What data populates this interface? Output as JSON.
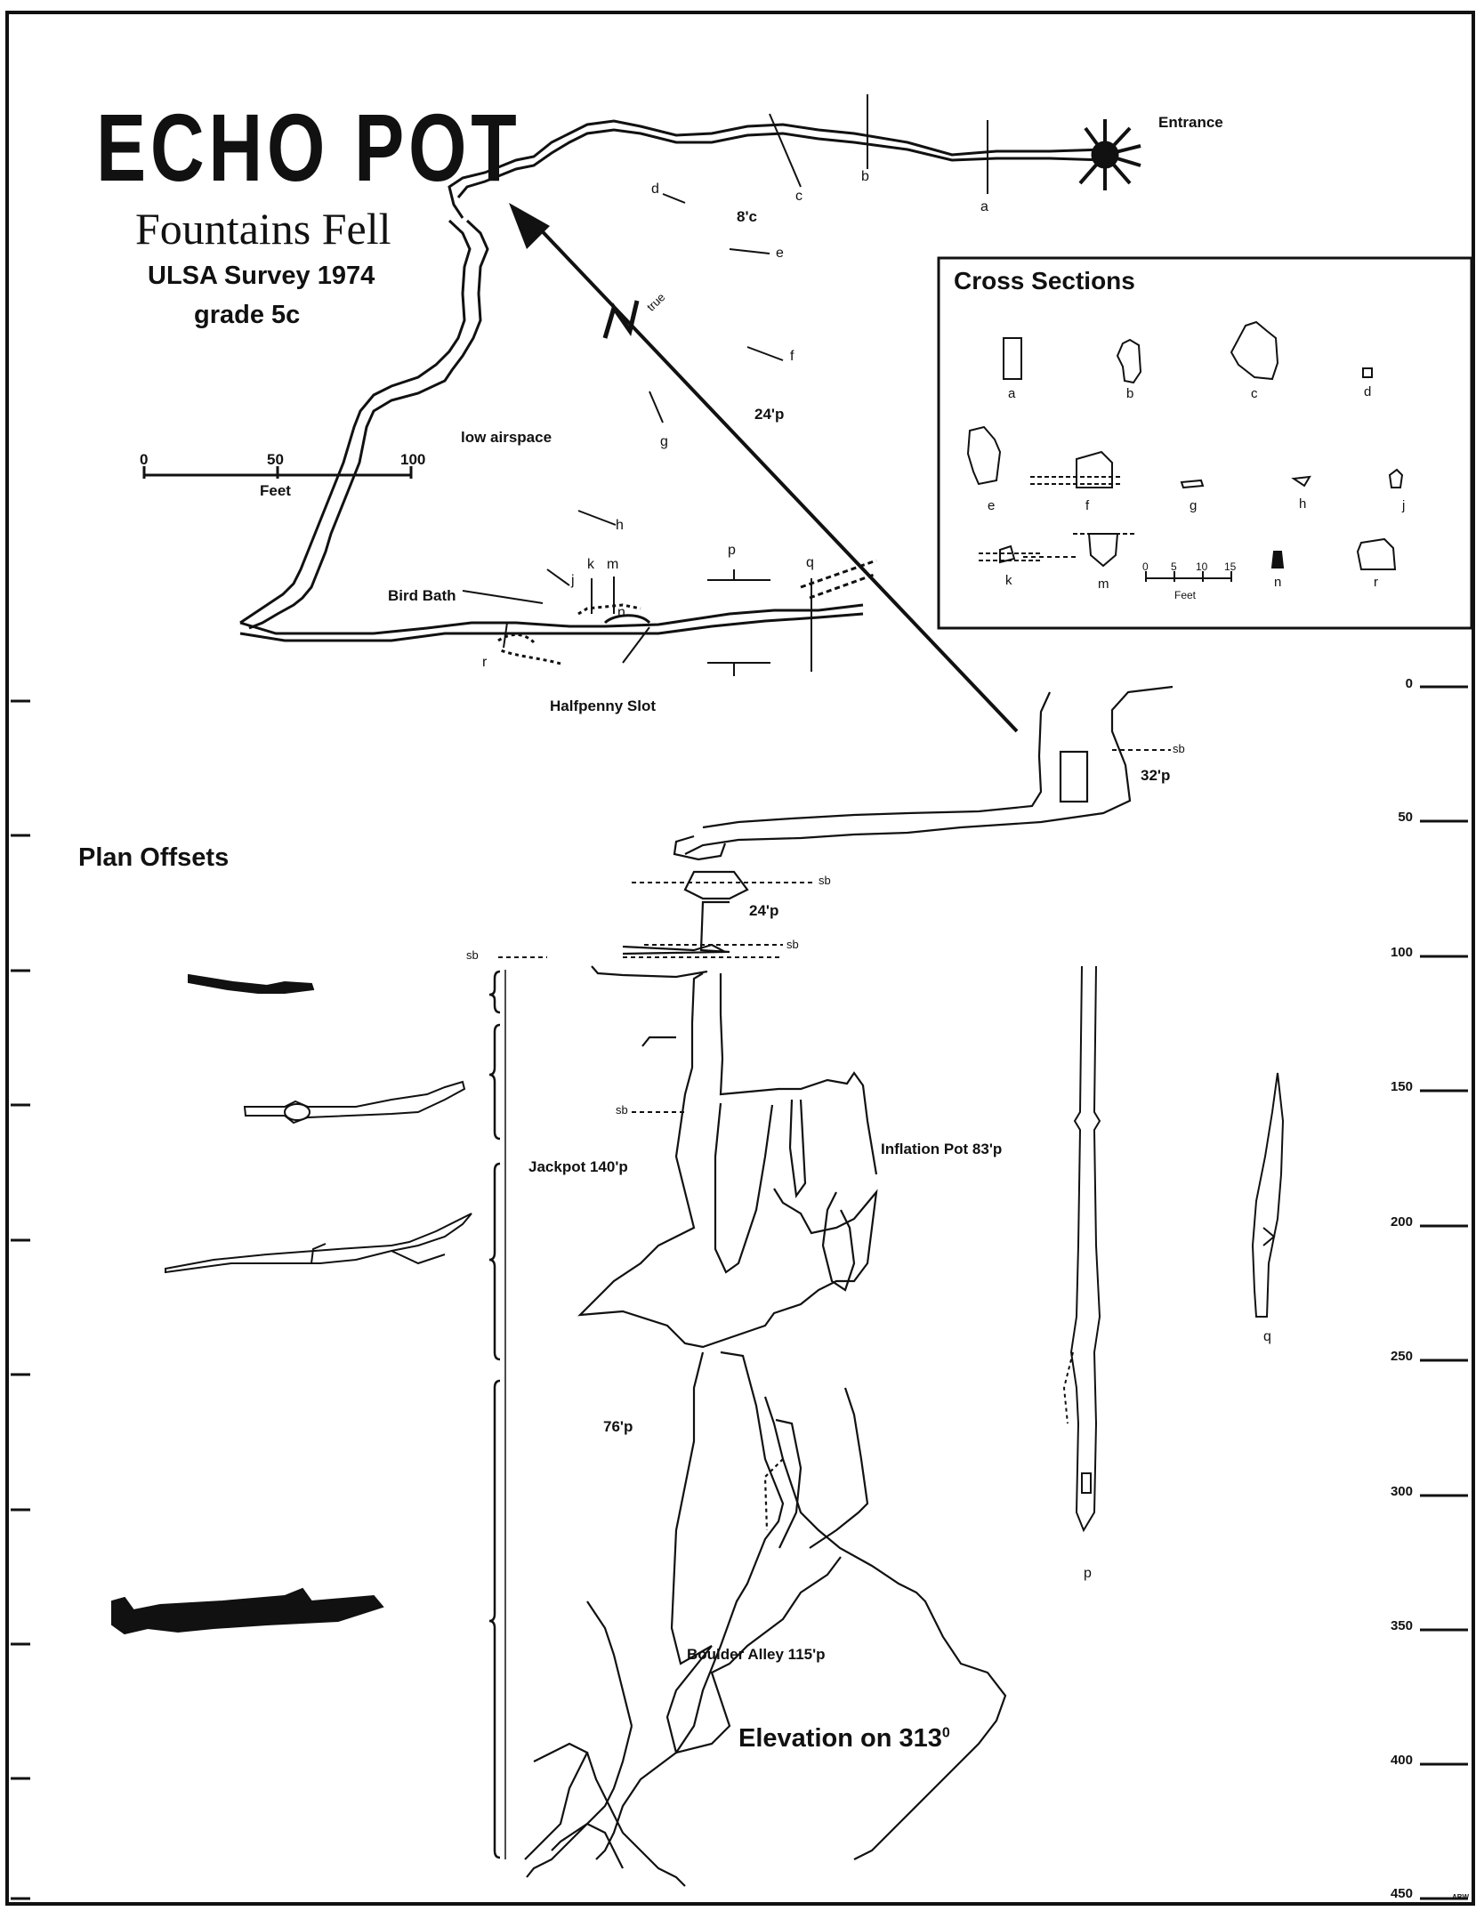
{
  "title": "ECHO POT",
  "subtitle": "Fountains Fell",
  "survey": "ULSA Survey 1974",
  "grade": "grade 5c",
  "north": {
    "letter": "N",
    "note": "true"
  },
  "scale_plan": {
    "ticks": [
      "0",
      "50",
      "100"
    ],
    "unit": "Feet"
  },
  "plan_labels": {
    "entrance": "Entrance",
    "low_airspace": "low airspace",
    "bird_bath": "Bird Bath",
    "halfpenny_slot": "Halfpenny Slot",
    "pitch_8c": "8'c",
    "pitch_24p": "24'p"
  },
  "section_letters": [
    "a",
    "b",
    "c",
    "d",
    "e",
    "f",
    "g",
    "h",
    "j",
    "k",
    "m",
    "n",
    "p",
    "q",
    "r"
  ],
  "cross_sections": {
    "heading": "Cross Sections",
    "labels": [
      "a",
      "b",
      "c",
      "d",
      "e",
      "f",
      "g",
      "h",
      "j",
      "k",
      "m",
      "n",
      "r"
    ],
    "scale": {
      "ticks": [
        "0",
        "5",
        "10",
        "15"
      ],
      "unit": "Feet"
    }
  },
  "plan_offsets": {
    "heading": "Plan Offsets"
  },
  "elevation": {
    "heading": "Elevation on 313",
    "degree_mark": "0",
    "labels": {
      "p32": "32'p",
      "p24": "24'p",
      "jackpot": "Jackpot 140'p",
      "inflation": "Inflation Pot 83'p",
      "p76": "76'p",
      "boulder": "Boulder Alley 115'p",
      "sb": "sb",
      "p": "p",
      "q": "q"
    },
    "depth_ticks": [
      "0",
      "50",
      "100",
      "150",
      "200",
      "250",
      "300",
      "350",
      "400",
      "450"
    ]
  },
  "credit": "ABW"
}
